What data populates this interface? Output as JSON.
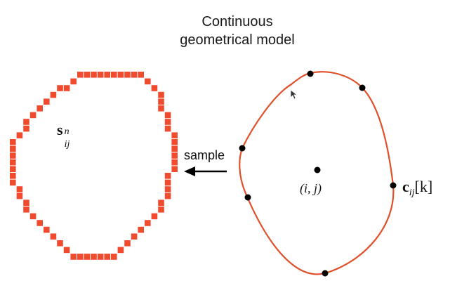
{
  "title": {
    "line1": "Continuous",
    "line2": "geometrical model"
  },
  "arrow_label": "sample",
  "labels": {
    "sampled": {
      "symbol": "s",
      "superscript": "n",
      "subscript": "ij"
    },
    "center": "(i, j)",
    "control_point": {
      "symbol": "c",
      "subscript": "ij",
      "index": "[k]"
    }
  },
  "colors": {
    "pixel": "#f04a2f",
    "curve": "#e0502a",
    "point": "#000000",
    "arrow": "#000000"
  },
  "icons": {
    "cursor": "mouse-pointer-icon"
  }
}
